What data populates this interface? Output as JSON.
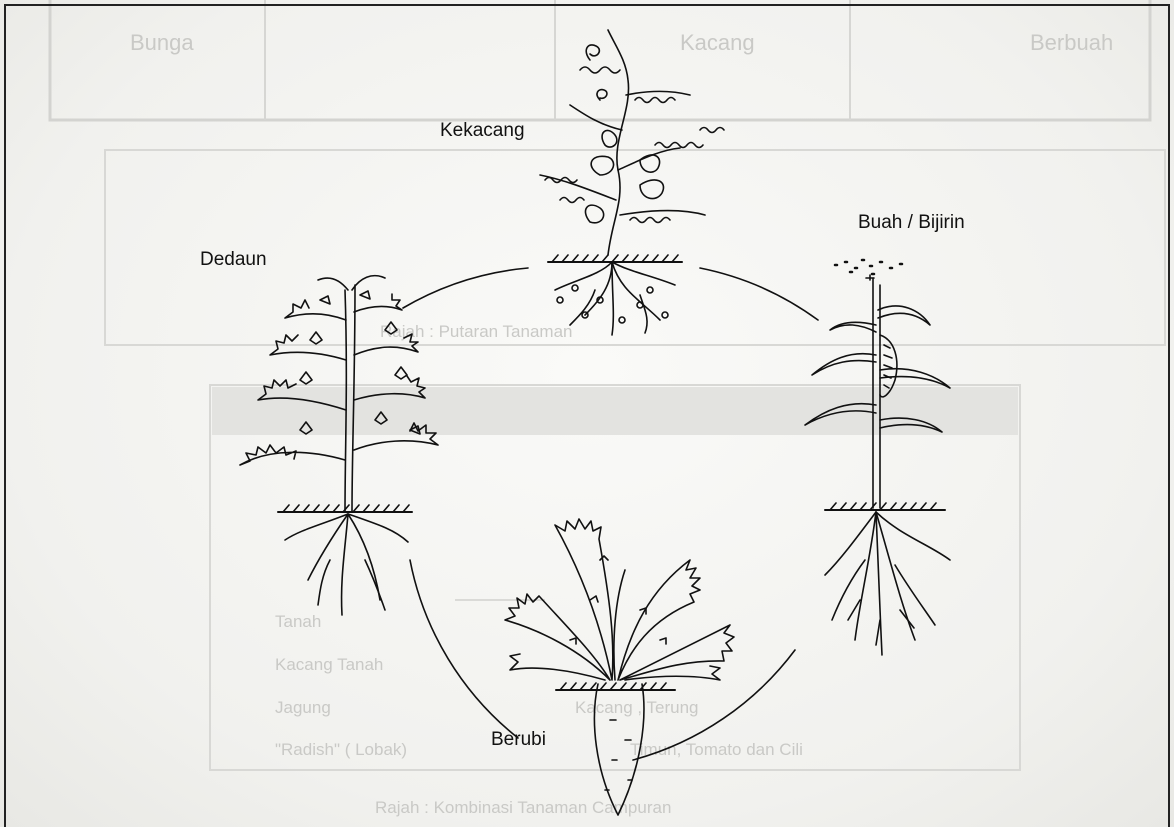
{
  "labels": {
    "kekacang": "Kekacang",
    "buah_bijirin": "Buah / Bijirin",
    "dedaun": "Dedaun",
    "berubi": "Berubi"
  },
  "background_bleed": {
    "header_cells": [
      "Bunga",
      "Kacang",
      "Berbuah"
    ],
    "caption_top": "Rajah : Putaran Tanaman",
    "list_rows": [
      "Tanah",
      "Kacang Tanah",
      "Jagung",
      "\"Radish\" ( Lobak)"
    ],
    "list_values": [
      "Kacang ,  Terung",
      "Timun, Tomato dan Cili"
    ],
    "caption_bottom": "Rajah : Kombinasi Tanaman Campuran"
  },
  "colors": {
    "ink": "#111111",
    "ghost": "#c9c9c6",
    "paper": "#f5f5f2"
  }
}
